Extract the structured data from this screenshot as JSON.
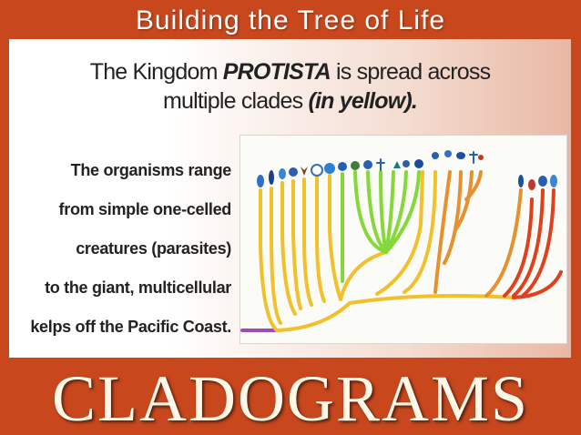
{
  "slide": {
    "title": "Building the Tree of Life",
    "headline": {
      "part1": "The Kingdom ",
      "emphasis1": "PROTISTA",
      "part2": " is spread across",
      "line2": "multiple clades ",
      "emphasis2": "(in yellow)."
    },
    "description_lines": [
      "The organisms range",
      "from simple one-celled",
      "creatures (parasites)",
      "to the giant, multicellular",
      "kelps off the Pacific Coast."
    ],
    "bottom_title": "CLADOGRAMS"
  },
  "colors": {
    "background": "#c8471d",
    "protista_yellow": "#f2c02a",
    "plants_green": "#86d83a",
    "fungi_orange": "#e7902f",
    "animals_red": "#e0401c",
    "root_purple": "#9a4fb0"
  }
}
